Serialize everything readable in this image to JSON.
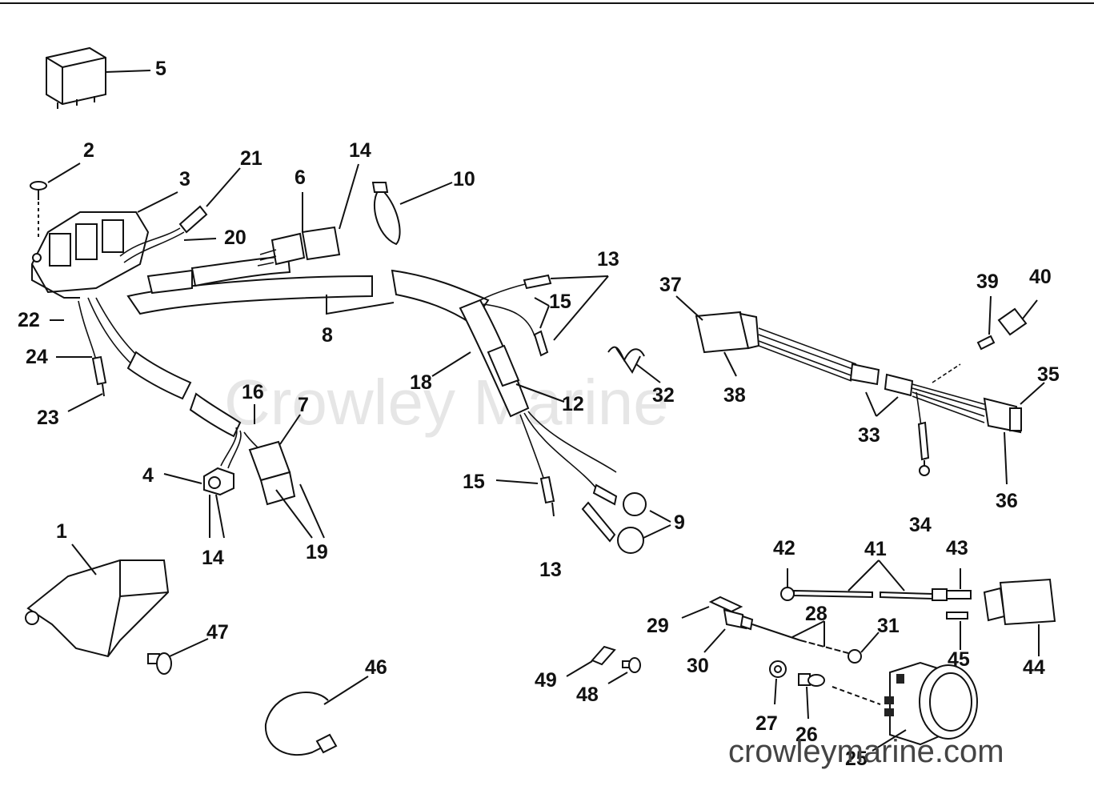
{
  "watermark": "Crowley Marine",
  "site_label": "crowleymarine.com",
  "labels": {
    "l1": "1",
    "l2": "2",
    "l3": "3",
    "l4": "4",
    "l5": "5",
    "l6": "6",
    "l7": "7",
    "l8": "8",
    "l9": "9",
    "l10": "10",
    "l12": "12",
    "l13a": "13",
    "l13b": "13",
    "l14a": "14",
    "l14b": "14",
    "l15a": "15",
    "l15b": "15",
    "l16": "16",
    "l18": "18",
    "l19": "19",
    "l20": "20",
    "l21": "21",
    "l22": "22",
    "l23": "23",
    "l24": "24",
    "l25": "25",
    "l26": "26",
    "l27": "27",
    "l28": "28",
    "l29": "29",
    "l30": "30",
    "l31": "31",
    "l32": "32",
    "l33": "33",
    "l34": "34",
    "l35": "35",
    "l36": "36",
    "l37": "37",
    "l38": "38",
    "l39": "39",
    "l40": "40",
    "l41": "41",
    "l42": "42",
    "l43": "43",
    "l44": "44",
    "l45": "45",
    "l46": "46",
    "l47": "47",
    "l48": "48",
    "l49": "49"
  }
}
